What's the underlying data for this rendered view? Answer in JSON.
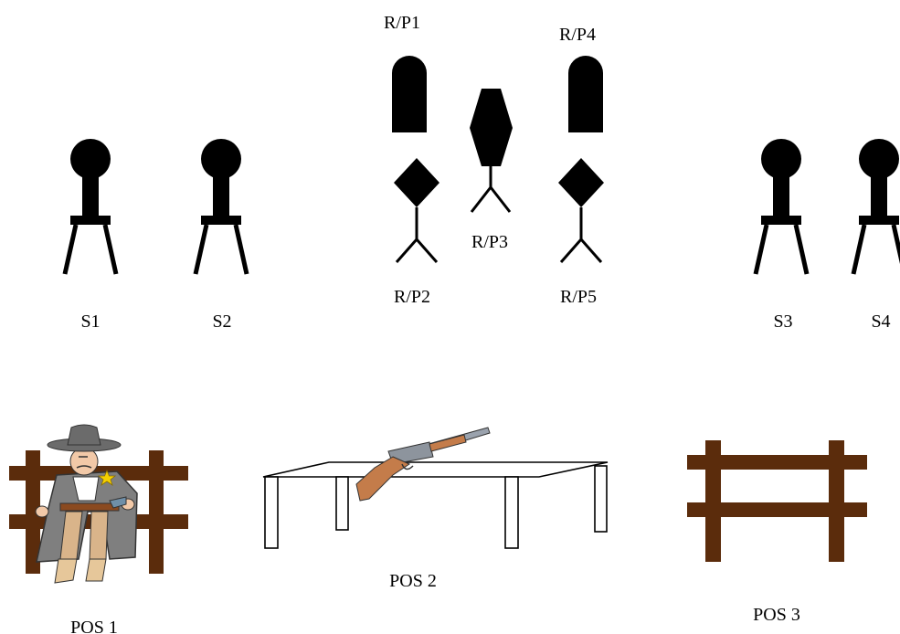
{
  "colors": {
    "target": "#000000",
    "fence": "#5b2c0c",
    "rifle_stock": "#c47c4a",
    "rifle_metal": "#9aa2ad",
    "coat": "#7f7f7f",
    "table_line": "#000000"
  },
  "targets": {
    "steel": [
      {
        "id": "s1",
        "label": "S1",
        "icon": "steel-target-icon"
      },
      {
        "id": "s2",
        "label": "S2",
        "icon": "steel-target-icon"
      },
      {
        "id": "s3",
        "label": "S3",
        "icon": "steel-target-icon"
      },
      {
        "id": "s4",
        "label": "S4",
        "icon": "steel-target-icon"
      }
    ],
    "rifle_pistol": [
      {
        "id": "rp1",
        "label": "R/P1",
        "icon": "tombstone-target-icon"
      },
      {
        "id": "rp2",
        "label": "R/P2",
        "icon": "diamond-target-icon"
      },
      {
        "id": "rp3",
        "label": "R/P3",
        "icon": "hexagon-target-icon"
      },
      {
        "id": "rp4",
        "label": "R/P4",
        "icon": "tombstone-target-icon"
      },
      {
        "id": "rp5",
        "label": "R/P5",
        "icon": "diamond-target-icon"
      }
    ]
  },
  "positions": [
    {
      "id": "pos1",
      "label": "POS 1",
      "icon": "cowboy-fence-icon"
    },
    {
      "id": "pos2",
      "label": "POS 2",
      "icon": "table-rifle-icon"
    },
    {
      "id": "pos3",
      "label": "POS 3",
      "icon": "fence-icon"
    }
  ]
}
